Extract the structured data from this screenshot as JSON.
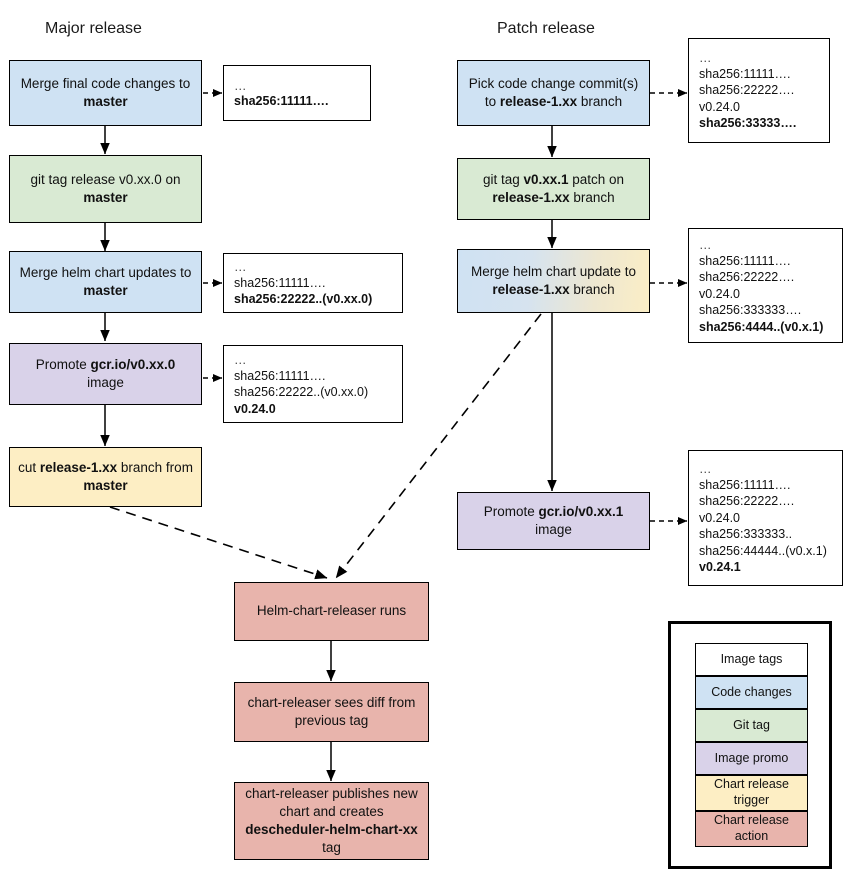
{
  "titles": {
    "major": "Major release",
    "patch": "Patch release"
  },
  "colors": {
    "code_changes": "#cfe2f3",
    "git_tag": "#d9ead3",
    "image_promo": "#d9d2e9",
    "chart_release_trigger": "#fdeec4",
    "chart_release_action": "#e8b4ac",
    "image_tags": "#ffffff",
    "stroke": "#000000"
  },
  "major_nodes": [
    {
      "id": "merge-final-code",
      "type": "code-changes",
      "text_parts": [
        "Merge final code changes to ",
        "master"
      ]
    },
    {
      "id": "git-tag-release",
      "type": "git-tag",
      "text_parts": [
        "git tag release v0.xx.0 on ",
        "master"
      ]
    },
    {
      "id": "merge-helm-chart-updates",
      "type": "code-changes",
      "text_parts": [
        "Merge helm chart updates to ",
        "master"
      ]
    },
    {
      "id": "promote-image-major",
      "type": "image-promo",
      "text_parts": [
        "Promote ",
        "gcr.io/v0.xx.0",
        " image"
      ]
    },
    {
      "id": "cut-release-branch",
      "type": "chart-release-trigger",
      "text_parts": [
        "cut ",
        "release-1.xx",
        " branch from ",
        "master"
      ]
    }
  ],
  "patch_nodes": [
    {
      "id": "pick-code-change-commits",
      "type": "code-changes",
      "text_parts": [
        "Pick code change commit(s) to ",
        "release-1.xx",
        " branch"
      ]
    },
    {
      "id": "git-tag-patch",
      "type": "git-tag",
      "text_parts": [
        "git tag ",
        "v0.xx.1",
        " patch on ",
        "release-1.xx",
        " branch"
      ]
    },
    {
      "id": "merge-helm-chart-update-branch",
      "type": "code-changes-trigger-mix",
      "text_parts": [
        "Merge helm chart update to ",
        "release-1.xx",
        " branch"
      ]
    },
    {
      "id": "promote-image-patch",
      "type": "image-promo",
      "text_parts": [
        "Promote ",
        "gcr.io/v0.xx.1",
        " image"
      ]
    }
  ],
  "release_nodes": [
    {
      "id": "helm-chart-releaser-runs",
      "type": "chart-release-action",
      "text_parts": [
        "Helm-chart-releaser runs"
      ]
    },
    {
      "id": "chart-releaser-sees-diff",
      "type": "chart-release-action",
      "text_parts": [
        "chart-releaser sees diff from previous tag"
      ]
    },
    {
      "id": "chart-releaser-publishes",
      "type": "chart-release-action",
      "text_parts": [
        "chart-releaser publishes new chart and creates ",
        "descheduler-helm-chart-xx",
        " tag"
      ]
    }
  ],
  "tag_boxes": [
    {
      "id": "tags-after-merge-final-code",
      "lines": [
        {
          "text": "…",
          "bold": false,
          "ellipsis": true
        },
        {
          "text": "sha256:11111….",
          "bold": true
        }
      ]
    },
    {
      "id": "tags-after-merge-helm-chart-updates",
      "lines": [
        {
          "text": "…",
          "bold": false,
          "ellipsis": true
        },
        {
          "text": "sha256:11111….",
          "bold": false
        },
        {
          "text": "sha256:22222..(v0.xx.0)",
          "bold": true
        }
      ]
    },
    {
      "id": "tags-after-promote-image-major",
      "lines": [
        {
          "text": "…",
          "bold": false,
          "ellipsis": true
        },
        {
          "text": "sha256:11111….",
          "bold": false
        },
        {
          "text": "sha256:22222..(v0.xx.0)",
          "bold": false
        },
        {
          "text": "v0.24.0",
          "bold": true
        }
      ]
    },
    {
      "id": "tags-after-pick-code-change-commits",
      "lines": [
        {
          "text": "…",
          "bold": false,
          "ellipsis": true
        },
        {
          "text": "sha256:11111….",
          "bold": false
        },
        {
          "text": "sha256:22222….",
          "bold": false
        },
        {
          "text": "v0.24.0",
          "bold": false
        },
        {
          "text": "sha256:33333….",
          "bold": true
        }
      ]
    },
    {
      "id": "tags-after-merge-helm-chart-update-branch",
      "lines": [
        {
          "text": "…",
          "bold": false,
          "ellipsis": true
        },
        {
          "text": "sha256:11111….",
          "bold": false
        },
        {
          "text": "sha256:22222….",
          "bold": false
        },
        {
          "text": "v0.24.0",
          "bold": false
        },
        {
          "text": "sha256:333333….",
          "bold": false
        },
        {
          "text": "sha256:4444..(v0.x.1)",
          "bold": true
        }
      ]
    },
    {
      "id": "tags-after-promote-image-patch",
      "lines": [
        {
          "text": "…",
          "bold": false,
          "ellipsis": true
        },
        {
          "text": "sha256:11111….",
          "bold": false
        },
        {
          "text": "sha256:22222….",
          "bold": false
        },
        {
          "text": "v0.24.0",
          "bold": false
        },
        {
          "text": "sha256:333333..",
          "bold": false
        },
        {
          "text": "sha256:44444..(v0.x.1)",
          "bold": false
        },
        {
          "text": "v0.24.1",
          "bold": true
        }
      ]
    }
  ],
  "legend": {
    "items": [
      {
        "label": "Image tags",
        "color": "#ffffff"
      },
      {
        "label": "Code changes",
        "color": "#cfe2f3"
      },
      {
        "label": "Git tag",
        "color": "#d9ead3"
      },
      {
        "label": "Image promo",
        "color": "#d9d2e9"
      },
      {
        "label": "Chart release trigger",
        "color": "#fdeec4"
      },
      {
        "label": "Chart release action",
        "color": "#e8b4ac"
      }
    ]
  }
}
